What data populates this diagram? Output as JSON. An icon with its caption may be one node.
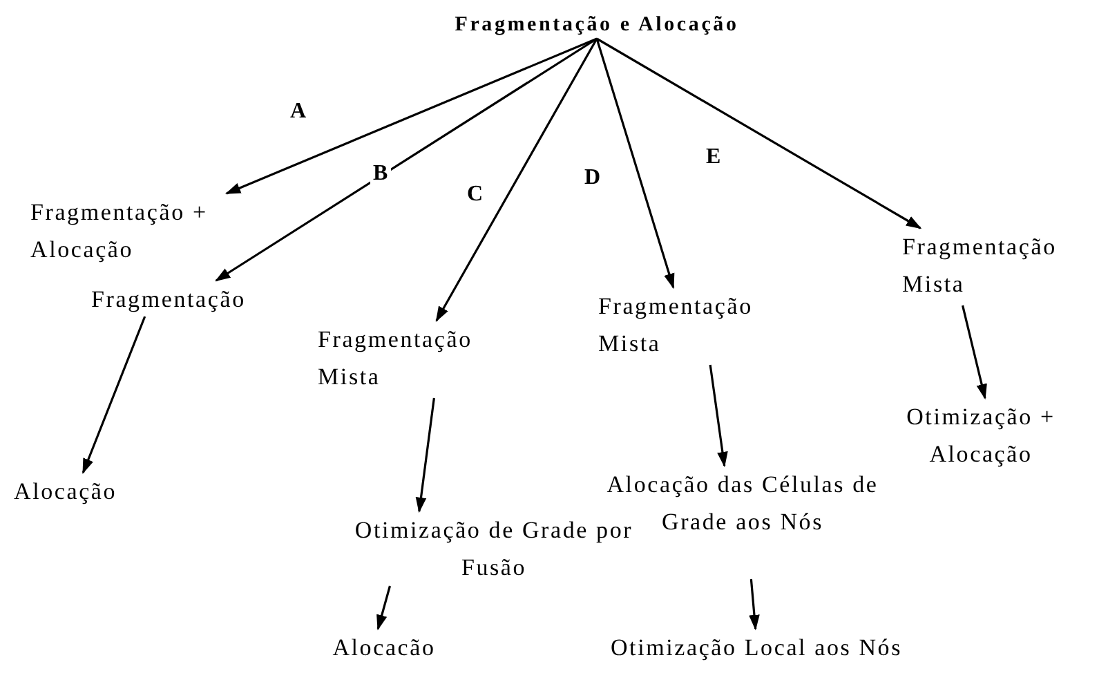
{
  "diagram": {
    "nodes": [
      {
        "text": [
          "Fragmentação e Alocação"
        ]
      },
      {
        "text": [
          "Fragmentação + Alocação"
        ]
      },
      {
        "text": [
          "Fragmentação"
        ]
      },
      {
        "text": [
          "Alocação"
        ]
      },
      {
        "text": [
          "Fragmentação Mista"
        ]
      },
      {
        "text": [
          "Otimização de Grade por Fusão"
        ]
      },
      {
        "text": [
          "Alocacão"
        ]
      },
      {
        "text": [
          "Fragmentação Mista"
        ]
      },
      {
        "text": [
          "Alocação das Células de Grade aos Nós"
        ]
      },
      {
        "text": [
          "Otimização Local aos Nós"
        ]
      },
      {
        "text": [
          "Fragmentação Mista"
        ]
      },
      {
        "text": [
          "Otimização + Alocação"
        ]
      }
    ],
    "edges": [
      {
        "from": 0,
        "to": 1,
        "arrow": "to",
        "label": "A"
      },
      {
        "from": 0,
        "to": 2,
        "arrow": "to",
        "label": "B"
      },
      {
        "from": 0,
        "to": 4,
        "arrow": "to",
        "label": "C"
      },
      {
        "from": 0,
        "to": 7,
        "arrow": "to",
        "label": "D"
      },
      {
        "from": 0,
        "to": 10,
        "arrow": "to",
        "label": "E"
      },
      {
        "from": 2,
        "to": 3,
        "arrow": "to"
      },
      {
        "from": 4,
        "to": 5,
        "arrow": "to"
      },
      {
        "from": 5,
        "to": 6,
        "arrow": "to"
      },
      {
        "from": 7,
        "to": 8,
        "arrow": "to"
      },
      {
        "from": 8,
        "to": 9,
        "arrow": "to"
      },
      {
        "from": 10,
        "to": 11,
        "arrow": "to"
      }
    ]
  }
}
